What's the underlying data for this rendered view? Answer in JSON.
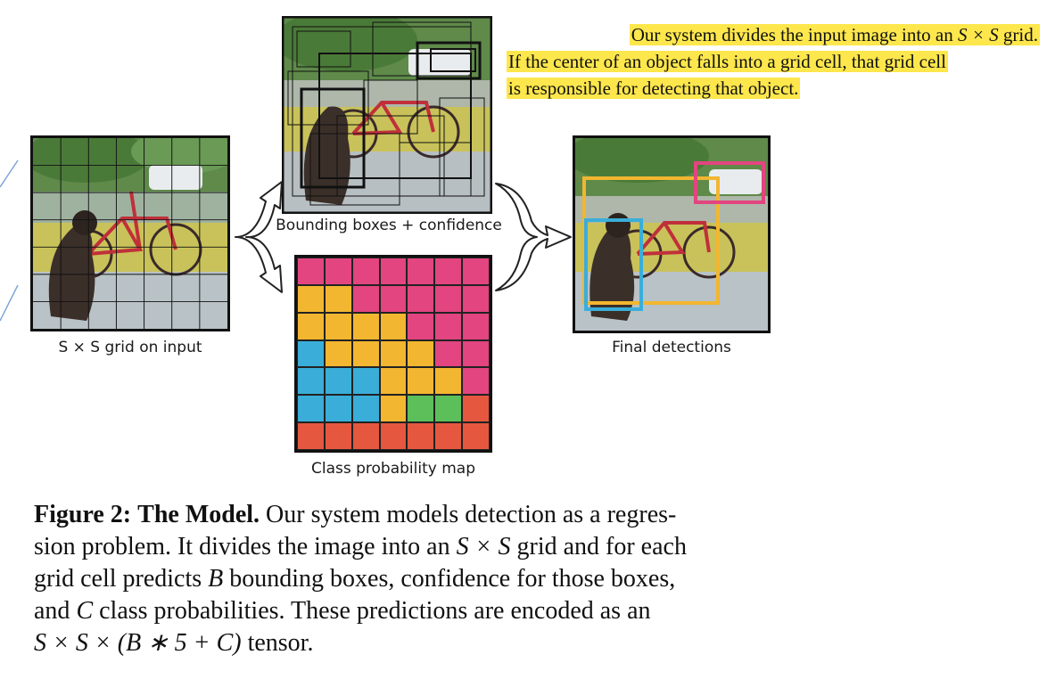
{
  "note": {
    "line1_pre": "Our system divides the input image into an ",
    "line1_math": "S × S",
    "line1_post": " grid.",
    "line2": "If the center of an object falls into a grid cell, that grid cell",
    "line3": "is responsible for detecting that object."
  },
  "diagram": {
    "input_label": "S × S grid on input",
    "bbox_label": "Bounding boxes + confidence",
    "classmap_label": "Class probability map",
    "final_label": "Final detections",
    "colors": {
      "pink": "#e2457f",
      "yellow": "#f2b630",
      "blue": "#3aaed8",
      "green": "#5cbf5a",
      "red": "#e5573f",
      "highlight": "#fde74c"
    },
    "class_grid": [
      [
        "pink",
        "pink",
        "pink",
        "pink",
        "pink",
        "pink",
        "pink"
      ],
      [
        "yellow",
        "yellow",
        "pink",
        "pink",
        "pink",
        "pink",
        "pink"
      ],
      [
        "yellow",
        "yellow",
        "yellow",
        "yellow",
        "pink",
        "pink",
        "pink"
      ],
      [
        "blue",
        "yellow",
        "yellow",
        "yellow",
        "yellow",
        "pink",
        "pink"
      ],
      [
        "blue",
        "blue",
        "blue",
        "yellow",
        "yellow",
        "yellow",
        "pink"
      ],
      [
        "blue",
        "blue",
        "blue",
        "yellow",
        "green",
        "green",
        "red"
      ],
      [
        "red",
        "red",
        "red",
        "red",
        "red",
        "red",
        "red"
      ]
    ]
  },
  "caption": {
    "label": "Figure 2:",
    "title": "The Model.",
    "text_1": " Our system models detection as a regres-",
    "text_2a": "sion problem. It divides the image into an ",
    "text_2m": "S × S",
    "text_2b": " grid and for each",
    "text_3a": "grid cell predicts ",
    "text_3m": "B",
    "text_3b": " bounding boxes, confidence for those boxes,",
    "text_4a": "and ",
    "text_4m": "C",
    "text_4b": " class probabilities.  These predictions are encoded as an",
    "text_5m": "S × S × (B ∗ 5 + C)",
    "text_5b": " tensor."
  }
}
